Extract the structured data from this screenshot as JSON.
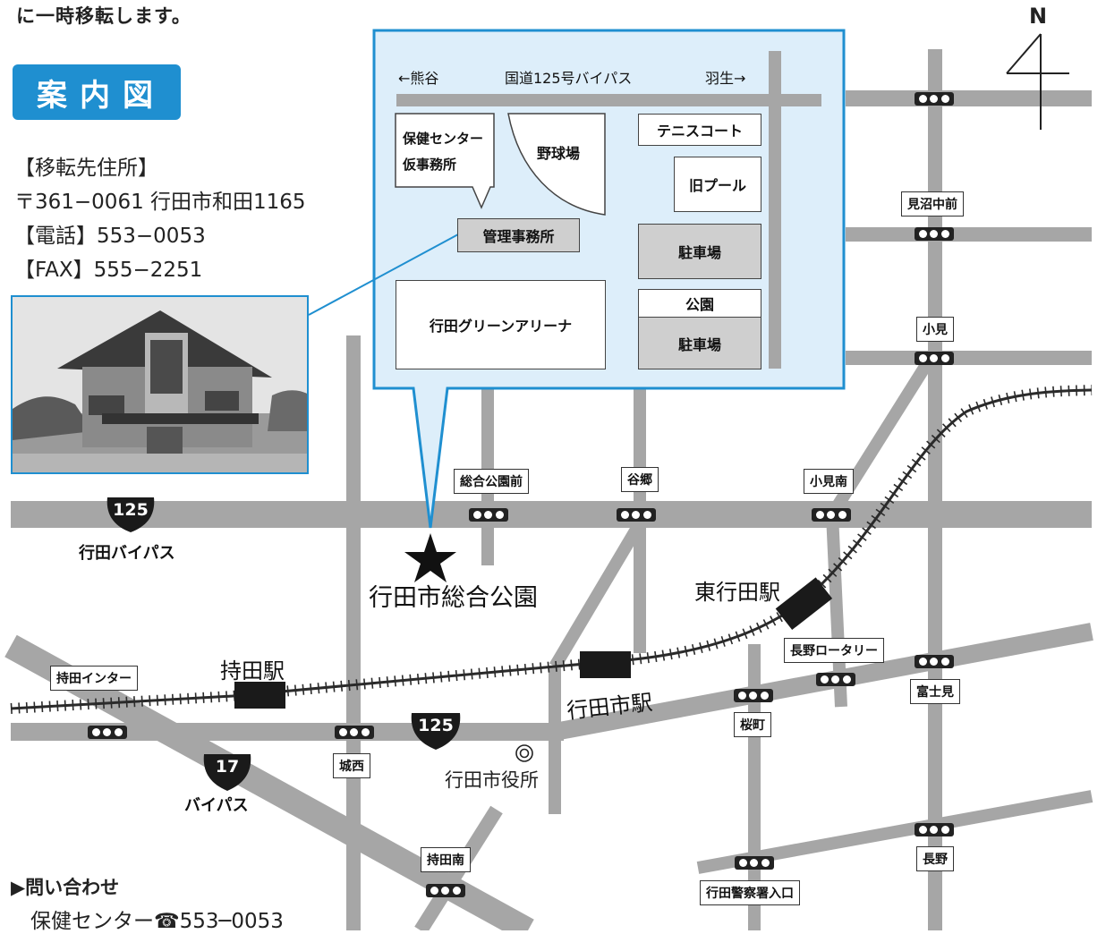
{
  "header": {
    "top_text": "に一時移転します。",
    "badge": "案内図"
  },
  "address": {
    "heading": "【移転先住所】",
    "postal": "〒361−0061 行田市和田1165",
    "tel": "【電話】553−0053",
    "fax": "【FAX】555−2251"
  },
  "inset": {
    "left_arrow": "←熊谷",
    "route": "国道125号バイパス",
    "right_arrow": "羽生→",
    "health_center_line1": "保健センター",
    "health_center_line2": "仮事務所",
    "baseball": "野球場",
    "tennis": "テニスコート",
    "old_pool": "旧プール",
    "management_office": "管理事務所",
    "parking1": "駐車場",
    "arena": "行田グリーンアリーナ",
    "park": "公園",
    "parking2": "駐車場"
  },
  "map": {
    "north": "N",
    "route_125": "125",
    "bypass_name": "行田バイパス",
    "route_17": "17",
    "bypass_17": "バイパス",
    "destination": "行田市総合公園",
    "city_hall": "行田市役所",
    "stations": {
      "mochida": "持田駅",
      "gyoda_shi": "行田市駅",
      "higashi_gyoda": "東行田駅"
    },
    "intersections": {
      "minuma_nakamae": "見沼中前",
      "omi": "小見",
      "sogo_koen_mae": "総合公園前",
      "yago": "谷郷",
      "omi_minami": "小見南",
      "nagano_rotary": "長野ロータリー",
      "fujimi": "富士見",
      "mochida_inter": "持田インター",
      "johsai": "城西",
      "sakuramachi": "桜町",
      "mochida_minami": "持田南",
      "gyoda_police": "行田警察署入口",
      "nagano": "長野"
    }
  },
  "inquiry": {
    "title": "▶問い合わせ",
    "text": "保健センター☎553─0053"
  },
  "colors": {
    "road": "#a6a6a6",
    "accent": "#1f8fd0",
    "inset_bg": "#ddeefa",
    "rail": "#2a2a2a"
  }
}
